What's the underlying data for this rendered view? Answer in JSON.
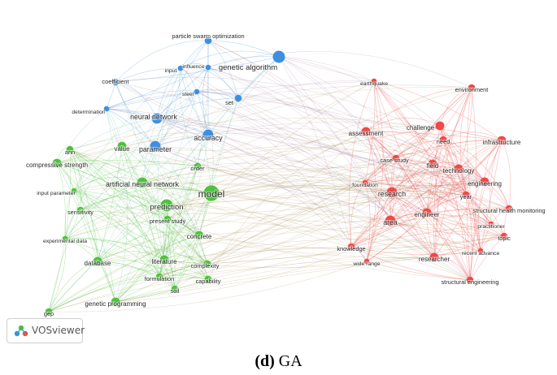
{
  "caption": {
    "label": "(d)",
    "text": "GA"
  },
  "badge": {
    "text": "VOSviewer"
  },
  "colors": {
    "blue": "#3d8fe0",
    "green": "#4fc13d",
    "red": "#ef4a46"
  },
  "nodes": [
    {
      "id": "particle-swarm-optimization",
      "label": "particle swarm optimization",
      "cluster": "blue",
      "weight": 2
    },
    {
      "id": "genetic-algorithm",
      "label": "genetic algorithm",
      "cluster": "blue",
      "weight": 5
    },
    {
      "id": "input",
      "label": "input",
      "cluster": "blue",
      "weight": 1
    },
    {
      "id": "influence",
      "label": "influence",
      "cluster": "blue",
      "weight": 1
    },
    {
      "id": "coefficient",
      "label": "coefficient",
      "cluster": "blue",
      "weight": 2
    },
    {
      "id": "steel",
      "label": "steel",
      "cluster": "blue",
      "weight": 1
    },
    {
      "id": "set",
      "label": "set",
      "cluster": "blue",
      "weight": 2
    },
    {
      "id": "determination",
      "label": "determination",
      "cluster": "blue",
      "weight": 1
    },
    {
      "id": "neural-network",
      "label": "neural network",
      "cluster": "blue",
      "weight": 4
    },
    {
      "id": "accuracy",
      "label": "accuracy",
      "cluster": "blue",
      "weight": 4
    },
    {
      "id": "parameter",
      "label": "parameter",
      "cluster": "blue",
      "weight": 4
    },
    {
      "id": "value",
      "label": "value",
      "cluster": "green",
      "weight": 3
    },
    {
      "id": "ann",
      "label": "ann",
      "cluster": "green",
      "weight": 2
    },
    {
      "id": "compressive-strength",
      "label": "compressive strength",
      "cluster": "green",
      "weight": 3
    },
    {
      "id": "order",
      "label": "order",
      "cluster": "green",
      "weight": 2
    },
    {
      "id": "artificial-neural-network",
      "label": "artificial neural network",
      "cluster": "green",
      "weight": 4
    },
    {
      "id": "model",
      "label": "model",
      "cluster": "green",
      "weight": 7
    },
    {
      "id": "input-parameter",
      "label": "input parameter",
      "cluster": "green",
      "weight": 1
    },
    {
      "id": "sensitivity",
      "label": "sensitivity",
      "cluster": "green",
      "weight": 2
    },
    {
      "id": "prediction",
      "label": "prediction",
      "cluster": "green",
      "weight": 5
    },
    {
      "id": "present-study",
      "label": "present study",
      "cluster": "green",
      "weight": 2
    },
    {
      "id": "concrete",
      "label": "concrete",
      "cluster": "green",
      "weight": 3
    },
    {
      "id": "experimental-data",
      "label": "experimental data",
      "cluster": "green",
      "weight": 1
    },
    {
      "id": "database",
      "label": "database",
      "cluster": "green",
      "weight": 3
    },
    {
      "id": "literature",
      "label": "literature",
      "cluster": "green",
      "weight": 3
    },
    {
      "id": "complexity",
      "label": "complexity",
      "cluster": "green",
      "weight": 2
    },
    {
      "id": "formulation",
      "label": "formulation",
      "cluster": "green",
      "weight": 2
    },
    {
      "id": "capability",
      "label": "capability",
      "cluster": "green",
      "weight": 2
    },
    {
      "id": "soil",
      "label": "soil",
      "cluster": "green",
      "weight": 2
    },
    {
      "id": "genetic-programming",
      "label": "genetic programming",
      "cluster": "green",
      "weight": 3
    },
    {
      "id": "gep",
      "label": "gep",
      "cluster": "green",
      "weight": 2
    },
    {
      "id": "earthquake",
      "label": "earthquake",
      "cluster": "red",
      "weight": 1
    },
    {
      "id": "environment",
      "label": "environment",
      "cluster": "red",
      "weight": 2
    },
    {
      "id": "assessment",
      "label": "assessment",
      "cluster": "red",
      "weight": 3
    },
    {
      "id": "challenge",
      "label": "challenge",
      "cluster": "red",
      "weight": 3
    },
    {
      "id": "need",
      "label": "need",
      "cluster": "red",
      "weight": 2
    },
    {
      "id": "infrastructure",
      "label": "infrastructure",
      "cluster": "red",
      "weight": 3
    },
    {
      "id": "case-study",
      "label": "case study",
      "cluster": "red",
      "weight": 2
    },
    {
      "id": "field",
      "label": "field",
      "cluster": "red",
      "weight": 3
    },
    {
      "id": "technology",
      "label": "technology",
      "cluster": "red",
      "weight": 3
    },
    {
      "id": "foundation",
      "label": "foundation",
      "cluster": "red",
      "weight": 1
    },
    {
      "id": "research",
      "label": "research",
      "cluster": "red",
      "weight": 4
    },
    {
      "id": "engineering",
      "label": "engineering",
      "cluster": "red",
      "weight": 3
    },
    {
      "id": "year",
      "label": "year",
      "cluster": "red",
      "weight": 2
    },
    {
      "id": "engineer",
      "label": "engineer",
      "cluster": "red",
      "weight": 3
    },
    {
      "id": "structural-health-monitoring",
      "label": "structural health monitoring",
      "cluster": "red",
      "weight": 2
    },
    {
      "id": "area",
      "label": "area",
      "cluster": "red",
      "weight": 4
    },
    {
      "id": "practitioner",
      "label": "practitioner",
      "cluster": "red",
      "weight": 1
    },
    {
      "id": "topic",
      "label": "topic",
      "cluster": "red",
      "weight": 2
    },
    {
      "id": "knowledge",
      "label": "knowledge",
      "cluster": "red",
      "weight": 2
    },
    {
      "id": "recent-advance",
      "label": "recent advance",
      "cluster": "red",
      "weight": 1
    },
    {
      "id": "wide-range",
      "label": "wide range",
      "cluster": "red",
      "weight": 1
    },
    {
      "id": "researcher",
      "label": "researcher",
      "cluster": "red",
      "weight": 3
    },
    {
      "id": "structural-engineering",
      "label": "structural engineering",
      "cluster": "red",
      "weight": 2
    }
  ]
}
